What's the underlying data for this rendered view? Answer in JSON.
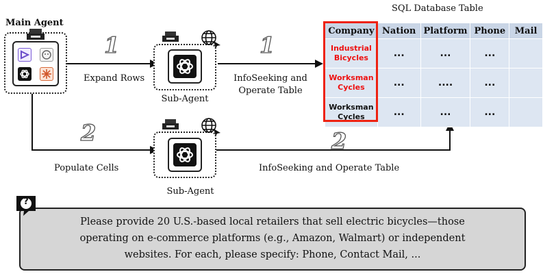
{
  "main_agent": {
    "title": "Main Agent"
  },
  "sub_agent_1": {
    "label": "Sub-Agent"
  },
  "sub_agent_2": {
    "label": "Sub-Agent"
  },
  "steps": {
    "expand_rows": "Expand Rows",
    "populate_cells": "Populate Cells",
    "infoseeking_line1": "InfoSeeking and",
    "infoseeking_line2": "Operate Table",
    "infoseeking_full": "InfoSeeking and Operate Table",
    "num_1": "1",
    "num_2": "2"
  },
  "table": {
    "title": "SQL Database Table",
    "headers": [
      "Company",
      "Nation",
      "Platform",
      "Phone",
      "Mail"
    ],
    "rows": [
      {
        "company_line1": "Industrial",
        "company_line2": "Bicycles",
        "cells": [
          "...",
          "...",
          "...",
          ""
        ]
      },
      {
        "company_line1": "Worksman",
        "company_line2": "Cycles",
        "cells": [
          "...",
          "....",
          "...",
          ""
        ]
      },
      {
        "company_line1": "Worksman",
        "company_line2": "Cycles",
        "cells": [
          "...",
          "...",
          "...",
          ""
        ]
      }
    ]
  },
  "question": {
    "line1": "Please provide 20 U.S.-based local retailers that sell electric bicycles—those",
    "line2": "operating on e-commerce platforms (e.g., Amazon, Walmart) or independent",
    "line3": "websites. For each, please specify: Phone, Contact Mail, ...",
    "icon_glyph": "?"
  },
  "colors": {
    "highlight_red": "#e21",
    "table_header": "#c9d5e6",
    "table_cell": "#dde6f2",
    "question_bg": "#d6d6d6"
  },
  "icons": [
    "tool-icon",
    "globe-icon",
    "openai-icon",
    "question-icon"
  ]
}
